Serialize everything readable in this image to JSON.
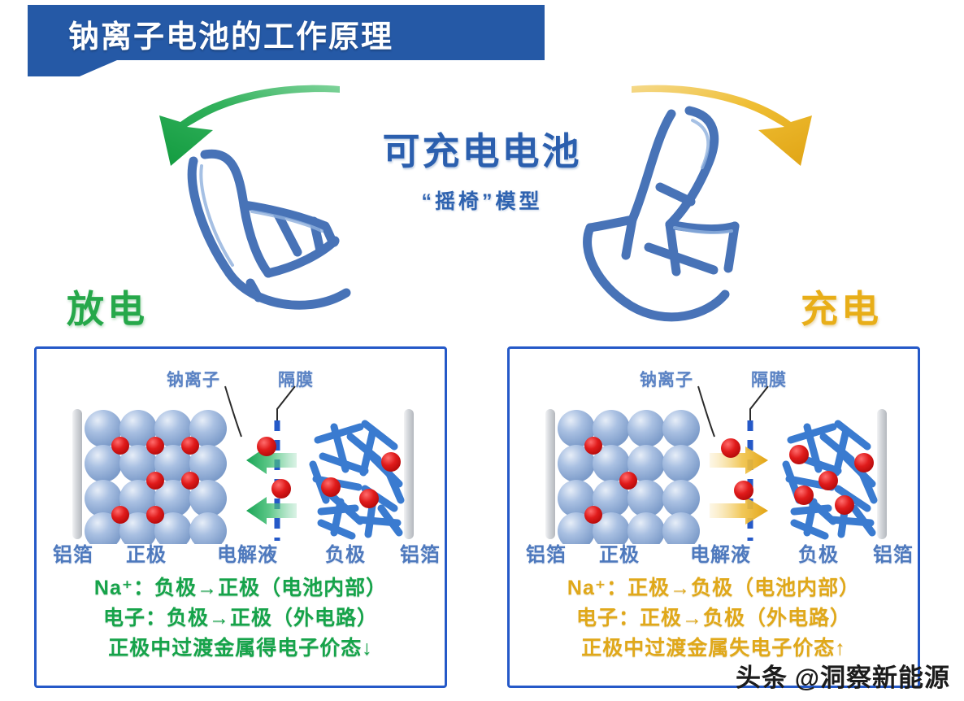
{
  "header": {
    "title": "钠离子电池的工作原理",
    "banner_color": "#2559a6",
    "title_color": "#ffffff"
  },
  "hero": {
    "headline": "可充电电池",
    "subheadline": "“摇椅”模型",
    "headline_color": "#2b5fae",
    "left_arrow": "curved-arrow-left",
    "right_arrow": "curved-arrow-right",
    "left_arrow_color": "#29a745",
    "right_arrow_color": "#eab318",
    "left_chair": "rocking-chair-tilt-left",
    "right_chair": "rocking-chair-tilt-right",
    "chair_color": "#3f6cb4"
  },
  "modes": {
    "discharge": {
      "label": "放电",
      "color": "#26a84a"
    },
    "charge": {
      "label": "充电",
      "color": "#e8ae18"
    }
  },
  "panels": [
    {
      "id": "discharge-panel",
      "mode": "放电",
      "accent": "#26a84a",
      "callouts": {
        "ion": "钠离子",
        "separator": "隔膜"
      },
      "bottom_labels": [
        "铝箔",
        "正极",
        "电解液",
        "负极",
        "铝箔"
      ],
      "flow_direction": "right-to-left",
      "equations": [
        "Na⁺：负极→正极（电池内部）",
        "电子：负极→正极（外电路）",
        "正极中过渡金属得电子价态↓"
      ],
      "cathode_ion_count": 7,
      "anode_ion_count": 3,
      "arrow_count": 2
    },
    {
      "id": "charge-panel",
      "mode": "充电",
      "accent": "#e8ae18",
      "callouts": {
        "ion": "钠离子",
        "separator": "隔膜"
      },
      "bottom_labels": [
        "铝箔",
        "正极",
        "电解液",
        "负极",
        "铝箔"
      ],
      "flow_direction": "left-to-right",
      "equations": [
        "Na⁺：正极→负极（电池内部）",
        "电子：正极→负极（外电路）",
        "正极中过渡金属失电子价态↑"
      ],
      "cathode_ion_count": 3,
      "anode_ion_count": 5,
      "arrow_count": 2
    }
  ],
  "legend": {
    "ion_color": "#e01b1b",
    "lattice_color": "#8ba7d4",
    "rod_color": "#3a7bd0",
    "foil_color": "#c9ccd1",
    "separator_color": "#2559c8"
  },
  "watermark": {
    "prefix": "头条",
    "handle": "@洞察新能源"
  }
}
